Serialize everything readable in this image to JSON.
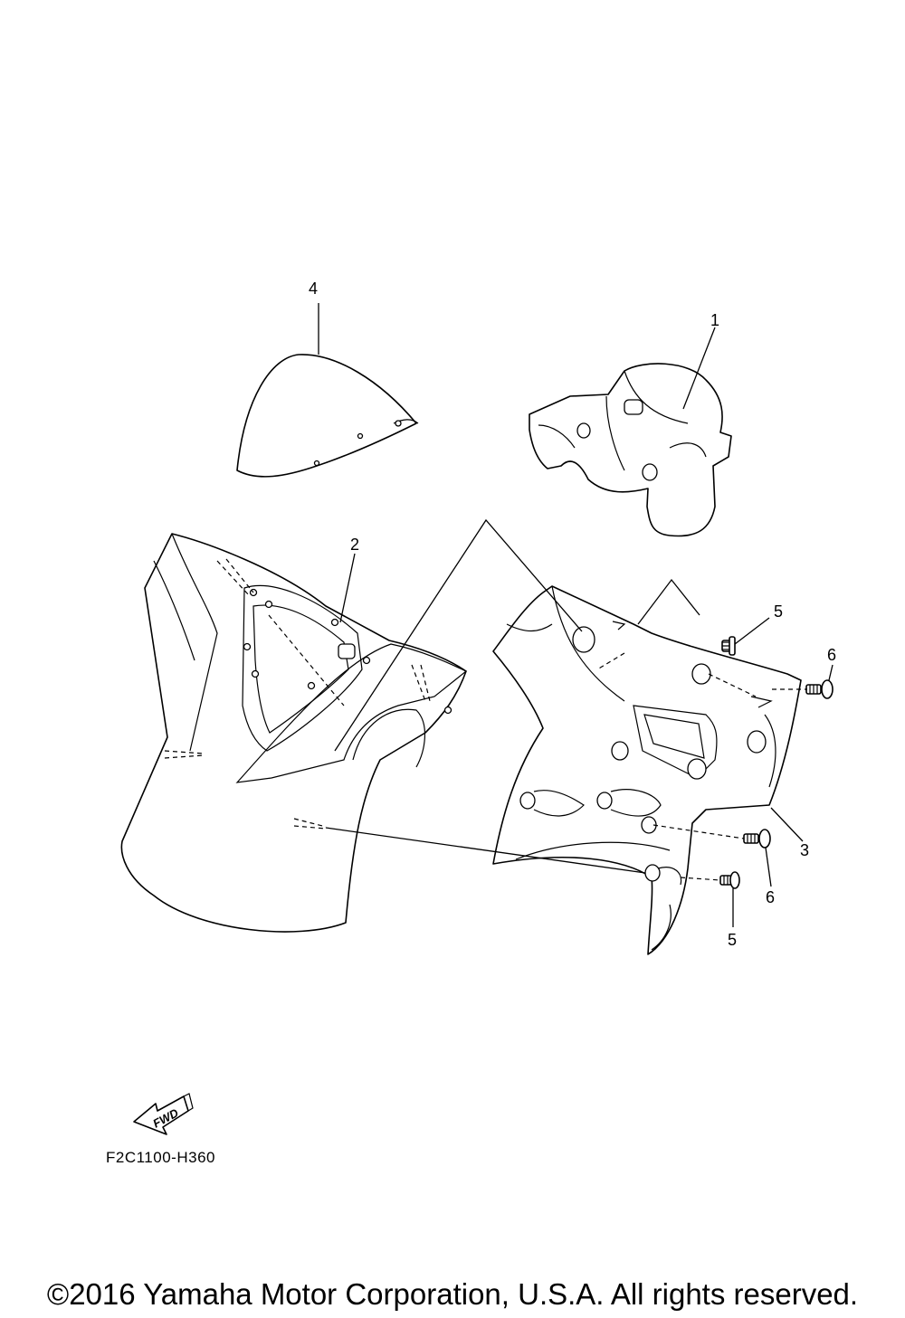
{
  "callouts": [
    "4",
    "1",
    "2",
    "5",
    "6",
    "3",
    "6",
    "5"
  ],
  "fwd_label": "FWD",
  "drawing_code": "F2C1100-H360",
  "copyright": "©2016 Yamaha Motor Corporation, U.S.A. All rights reserved."
}
